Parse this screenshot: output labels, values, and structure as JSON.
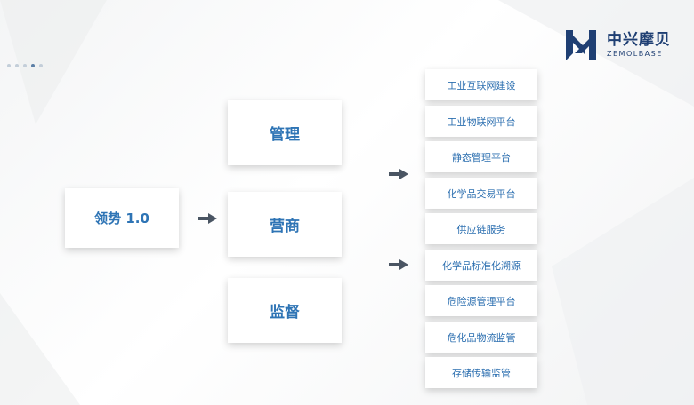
{
  "brand": {
    "name_cn": "中兴摩贝",
    "name_en": "ZEMOLBASE"
  },
  "root": {
    "label": "领势 1.0"
  },
  "categories": [
    {
      "label": "管理"
    },
    {
      "label": "营商"
    },
    {
      "label": "监督"
    }
  ],
  "services": [
    {
      "label": "工业互联网建设"
    },
    {
      "label": "工业物联网平台"
    },
    {
      "label": "静态管理平台"
    },
    {
      "label": "化学品交易平台"
    },
    {
      "label": "供应链服务"
    },
    {
      "label": "化学品标准化溯源"
    },
    {
      "label": "危险源管理平台"
    },
    {
      "label": "危化品物流监管"
    },
    {
      "label": "存储传输监管"
    }
  ],
  "colors": {
    "accent": "#2e74b5",
    "brand": "#1f3f73",
    "arrow": "#4a5563"
  },
  "icons": {
    "arrow": "arrow-right-icon",
    "logo": "zemolbase-logo-icon"
  }
}
